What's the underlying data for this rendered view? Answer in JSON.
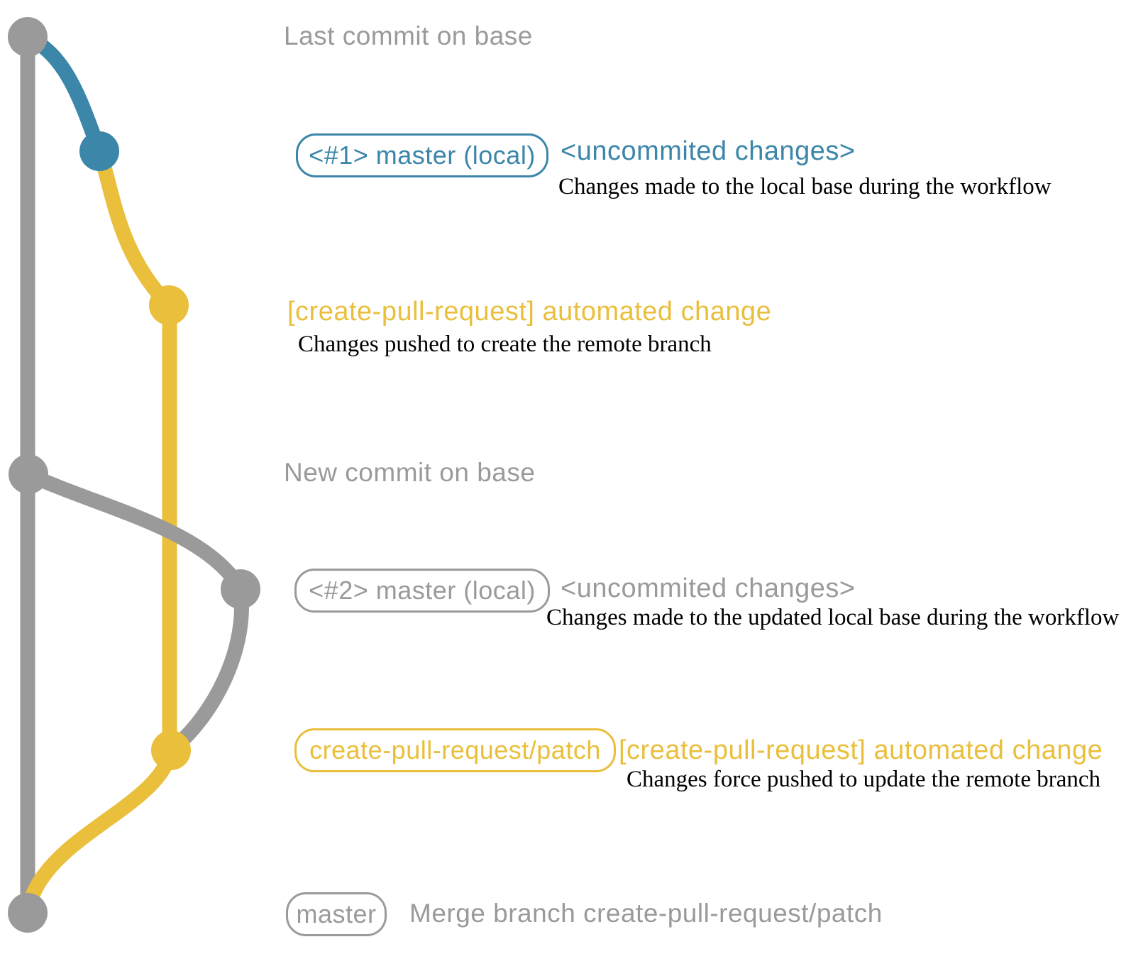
{
  "colors": {
    "gray": "#9a9a9a",
    "blue": "#3b86a9",
    "yellow": "#e9bf3c",
    "ink": "#000000"
  },
  "graph": {
    "branches": [
      "master (base)",
      "master (local)",
      "create-pull-request/patch"
    ],
    "nodes": [
      {
        "id": "base-tip",
        "color": "gray"
      },
      {
        "id": "local-work-1",
        "color": "blue"
      },
      {
        "id": "patch-commit-1",
        "color": "yellow"
      },
      {
        "id": "base-new-commit",
        "color": "gray"
      },
      {
        "id": "local-work-2",
        "color": "gray"
      },
      {
        "id": "patch-commit-2",
        "color": "yellow"
      },
      {
        "id": "merge-commit",
        "color": "gray"
      }
    ]
  },
  "rows": {
    "row1": {
      "title": "Last commit on base"
    },
    "row2": {
      "badge": "<#1> master (local)",
      "heading": "<uncommited changes>",
      "note": "Changes made to the local base during the workflow"
    },
    "row3": {
      "heading": "[create-pull-request] automated change",
      "note": "Changes pushed to create the remote branch"
    },
    "row4": {
      "title": "New commit on base"
    },
    "row5": {
      "badge": "<#2> master (local)",
      "heading": "<uncommited changes>",
      "note": "Changes made to the updated local base during the workflow"
    },
    "row6": {
      "badge": "create-pull-request/patch",
      "heading": "[create-pull-request] automated change",
      "note": "Changes force pushed to update the remote branch"
    },
    "row7": {
      "badge": "master",
      "heading": "Merge branch create-pull-request/patch"
    }
  }
}
